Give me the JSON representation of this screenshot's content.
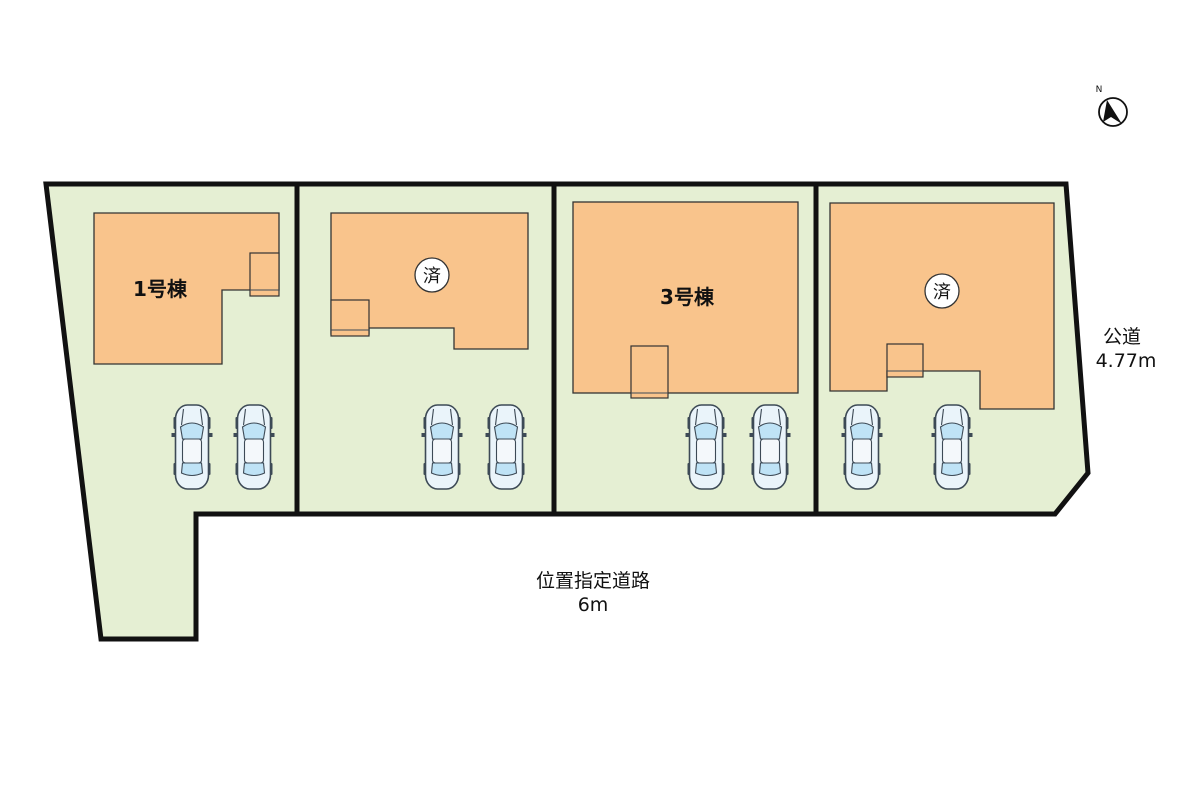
{
  "compass": {
    "north_label": "N",
    "icon": "north-arrow-compass"
  },
  "lots": [
    {
      "building_label": "1号棟",
      "parking_spaces": 2
    },
    {
      "sold_label": "済",
      "parking_spaces": 2
    },
    {
      "building_label": "3号棟",
      "parking_spaces": 2
    },
    {
      "sold_label": "済",
      "parking_spaces": 2
    }
  ],
  "roads": {
    "public_road": {
      "name": "公道",
      "width": "4.77m"
    },
    "designated_road": {
      "name": "位置指定道路",
      "width": "6m"
    }
  },
  "colors": {
    "lot_fill": "#e5efd3",
    "house_fill": "#f9c48c",
    "outline": "#111111",
    "car_glass": "#bfe3f6"
  }
}
